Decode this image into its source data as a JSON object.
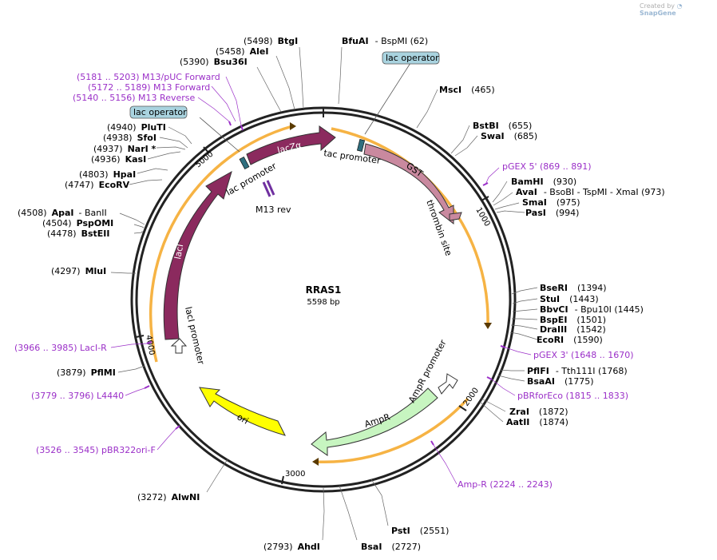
{
  "credit": {
    "prefix": "Created by",
    "brand": "SnapGene"
  },
  "plasmid": {
    "name": "RRAS1",
    "size_label": "5598 bp"
  },
  "ticks": [
    "1000",
    "2000",
    "3000",
    "4000",
    "5000"
  ],
  "colors": {
    "feature_purple": "#8b2a5e",
    "gst": "#c9899f",
    "ampr": "#c7f5c0",
    "ori": "#ffff00",
    "orange": "#f5a623",
    "primer": "#9b30c8",
    "operator": "#a9d3df"
  },
  "features": {
    "lacZa": "lacZα",
    "lacI": "lacI",
    "GST": "GST",
    "AmpR": "AmpR",
    "ori": "ori",
    "lacI_promoter": "lacI promoter",
    "AmpR_promoter": "AmpR promoter",
    "tac_promoter": "tac promoter",
    "lac_promoter": "lac promoter",
    "thrombin_site": "thrombin site",
    "M13_rev": "M13 rev",
    "lac_operator_1": "lac operator",
    "lac_operator_2": "lac operator"
  },
  "enzymes": [
    {
      "pre": "(5498)",
      "name": "BtgI",
      "post": ""
    },
    {
      "pre": "(5458)",
      "name": "AleI",
      "post": ""
    },
    {
      "pre": "(5390)",
      "name": "Bsu36I",
      "post": ""
    },
    {
      "pre": "",
      "name": "BfuAI",
      "post": "- BspMI   (62)"
    },
    {
      "pre": "",
      "name": "MscI",
      "post": "(465)"
    },
    {
      "pre": "",
      "name": "BstBI",
      "post": "(655)"
    },
    {
      "pre": "",
      "name": "SwaI",
      "post": "(685)"
    },
    {
      "pre": "",
      "name": "BamHI",
      "post": "(930)"
    },
    {
      "pre": "",
      "name": "AvaI",
      "post": "- BsoBI   - TspMI   - XmaI   (973)"
    },
    {
      "pre": "",
      "name": "SmaI",
      "post": "(975)"
    },
    {
      "pre": "",
      "name": "PasI",
      "post": "(994)"
    },
    {
      "pre": "",
      "name": "BseRI",
      "post": "(1394)"
    },
    {
      "pre": "",
      "name": "StuI",
      "post": "(1443)"
    },
    {
      "pre": "",
      "name": "BbvCI",
      "post": "- Bpu10I   (1445)"
    },
    {
      "pre": "",
      "name": "BspEI",
      "post": "(1501)"
    },
    {
      "pre": "",
      "name": "DraIII",
      "post": "(1542)"
    },
    {
      "pre": "",
      "name": "EcoRI",
      "post": "(1590)"
    },
    {
      "pre": "",
      "name": "PflFI",
      "post": "- Tth111I   (1768)"
    },
    {
      "pre": "",
      "name": "BsaAI",
      "post": "(1775)"
    },
    {
      "pre": "",
      "name": "ZraI",
      "post": "(1872)"
    },
    {
      "pre": "",
      "name": "AatII",
      "post": "(1874)"
    },
    {
      "pre": "",
      "name": "PstI",
      "post": "(2551)"
    },
    {
      "pre": "",
      "name": "BsaI",
      "post": "(2727)"
    },
    {
      "pre": "(2793)",
      "name": "AhdI",
      "post": ""
    },
    {
      "pre": "(3272)",
      "name": "AlwNI",
      "post": ""
    },
    {
      "pre": "(3879)",
      "name": "PflMI",
      "post": ""
    },
    {
      "pre": "(4297)",
      "name": "MluI",
      "post": ""
    },
    {
      "pre": "(4478)",
      "name": "BstEII",
      "post": ""
    },
    {
      "pre": "(4504)",
      "name": "PspOMI",
      "post": ""
    },
    {
      "pre": "(4508)",
      "name": "ApaI",
      "post": "- BanII"
    },
    {
      "pre": "(4747)",
      "name": "EcoRV",
      "post": ""
    },
    {
      "pre": "(4803)",
      "name": "HpaI",
      "post": ""
    },
    {
      "pre": "(4936)",
      "name": "KasI",
      "post": ""
    },
    {
      "pre": "(4937)",
      "name": "NarI *",
      "post": ""
    },
    {
      "pre": "(4938)",
      "name": "SfoI",
      "post": ""
    },
    {
      "pre": "(4940)",
      "name": "PluTI",
      "post": ""
    }
  ],
  "primers": [
    {
      "text": "(5181 .. 5203)  M13/pUC Forward"
    },
    {
      "text": "(5172 .. 5189)  M13 Forward"
    },
    {
      "text": "(5140 .. 5156)  M13 Reverse"
    },
    {
      "text": "pGEX 5'    (869 .. 891)"
    },
    {
      "text": "pGEX 3'    (1648 .. 1670)"
    },
    {
      "text": "pBRforEco    (1815 .. 1833)"
    },
    {
      "text": "Amp-R    (2224 .. 2243)"
    },
    {
      "text": "(3966 .. 3985)  LacI-R"
    },
    {
      "text": "(3779 .. 3796)  L4440"
    },
    {
      "text": "(3526 .. 3545)  pBR322ori-F"
    }
  ]
}
